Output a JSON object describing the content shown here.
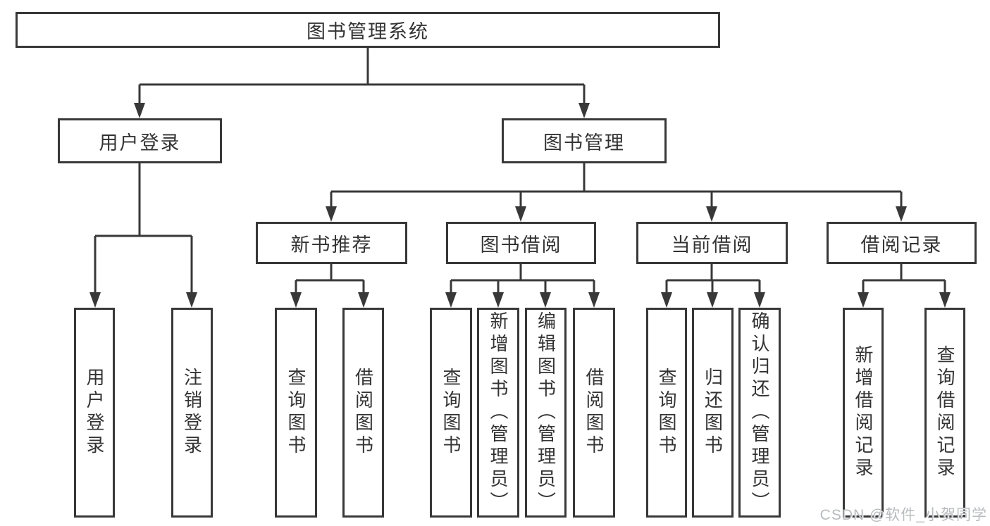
{
  "diagram": {
    "root_label": "图书管理系统",
    "level1": [
      {
        "label": "用户登录",
        "children": [
          "用户登录",
          "注销登录"
        ]
      },
      {
        "label": "图书管理"
      }
    ],
    "sections": [
      {
        "label": "新书推荐",
        "children": [
          "查询图书",
          "借阅图书"
        ]
      },
      {
        "label": "图书借阅",
        "children": [
          "查询图书",
          "新增图书（管理员）",
          "编辑图书（管理员）",
          "借阅图书"
        ]
      },
      {
        "label": "当前借阅",
        "children": [
          "查询图书",
          "归还图书",
          "确认归还（管理员）"
        ]
      },
      {
        "label": "借阅记录",
        "children": [
          "新增借阅记录",
          "查询借阅记录"
        ]
      }
    ]
  },
  "watermark": "CSDN @软件_小贺同学",
  "colors": {
    "line": "#383838",
    "text": "#333333",
    "watermark": "#b8bcbe",
    "background": "#ffffff"
  }
}
